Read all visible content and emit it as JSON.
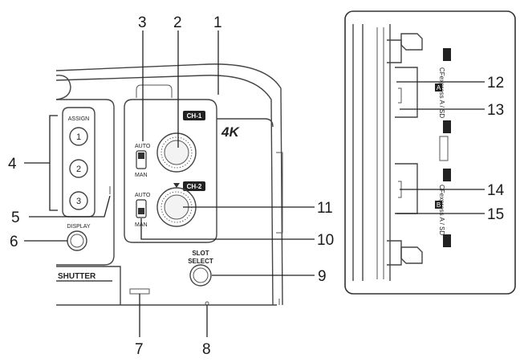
{
  "callouts": {
    "c1": "1",
    "c2": "2",
    "c3": "3",
    "c4": "4",
    "c5": "5",
    "c6": "6",
    "c7": "7",
    "c8": "8",
    "c9": "9",
    "c10": "10",
    "c11": "11",
    "c12": "12",
    "c13": "13",
    "c14": "14",
    "c15": "15"
  },
  "camera": {
    "assign_label": "ASSIGN",
    "assign_1": "1",
    "assign_2": "2",
    "assign_3": "3",
    "display_label": "DISPLAY",
    "shutter_label": "SHUTTER",
    "ch1_label": "CH-1",
    "ch2_label": "CH-2",
    "auto_label_1": "AUTO",
    "man_label_1": "MAN",
    "auto_label_2": "AUTO",
    "man_label_2": "MAN",
    "badge_4k": "4K",
    "slot_select_line1": "SLOT",
    "slot_select_line2": "SELECT"
  },
  "slots": {
    "slot_a_label": "CFexpress A / SD",
    "slot_b_label": "CFexpress A / SD",
    "slot_a_letter": "A",
    "slot_b_letter": "B"
  }
}
